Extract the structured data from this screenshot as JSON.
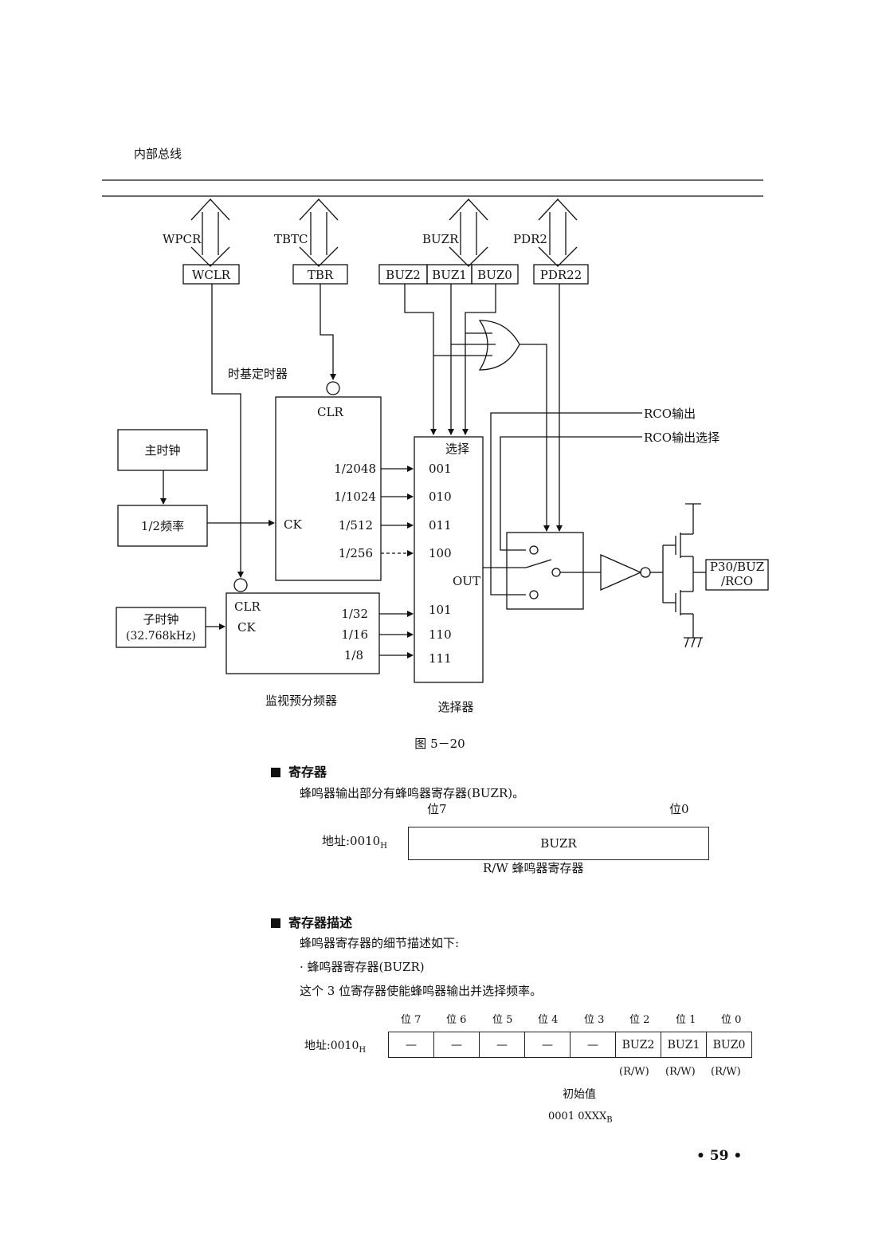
{
  "diagram": {
    "internal_bus": "内部总线",
    "registers": {
      "wpcr": "WPCR",
      "tbtc": "TBTC",
      "buzr": "BUZR",
      "pdr2": "PDR2",
      "wclr": "WCLR",
      "tbr": "TBR",
      "buz2": "BUZ2",
      "buz1": "BUZ1",
      "buz0": "BUZ0",
      "pdr22": "PDR22"
    },
    "timebase_label": "时基定时器",
    "clr": "CLR",
    "ck": "CK",
    "main_clock": "主时钟",
    "half_freq": "1/2频率",
    "sub_clock_line1": "子时钟",
    "sub_clock_line2": "(32.768kHz)",
    "tb_outputs": [
      "1/2048",
      "1/1024",
      "1/512",
      "1/256"
    ],
    "wp_outputs": [
      "1/32",
      "1/16",
      "1/8"
    ],
    "selector_title": "选择",
    "selector_codes": [
      "001",
      "010",
      "011",
      "100",
      "101",
      "110",
      "111"
    ],
    "selector_out": "OUT",
    "rco_output": "RCO输出",
    "rco_output_select": "RCO输出选择",
    "pin_line1": "P30/BUZ",
    "pin_line2": "/RCO",
    "watch_prescaler": "监视预分频器",
    "selector_caption": "选择器",
    "figure_caption": "图 5－20"
  },
  "section1": {
    "heading": "寄存器",
    "text": "蜂鸣器输出部分有蜂鸣器寄存器(BUZR)。",
    "bit_high": "位7",
    "bit_low": "位0",
    "address_prefix": "地址:0010",
    "address_suffix": "H",
    "register_name": "BUZR",
    "caption": "R/W  蜂鸣器寄存器"
  },
  "section2": {
    "heading": "寄存器描述",
    "text1": "蜂鸣器寄存器的细节描述如下:",
    "bullet": "·  蜂鸣器寄存器(BUZR)",
    "text2": "这个 3 位寄存器使能蜂鸣器输出并选择频率。",
    "bit_labels": [
      "位 7",
      "位 6",
      "位 5",
      "位 4",
      "位 3",
      "位 2",
      "位 1",
      "位 0"
    ],
    "address_prefix": "地址:0010",
    "address_suffix": "H",
    "cells": [
      "—",
      "—",
      "—",
      "—",
      "—",
      "BUZ2",
      "BUZ1",
      "BUZ0"
    ],
    "access": [
      "(R/W)",
      "(R/W)",
      "(R/W)"
    ],
    "initial_label": "初始值",
    "initial_value": "0001 0XXX",
    "initial_suffix": "B"
  },
  "page_number": "• 59 •"
}
